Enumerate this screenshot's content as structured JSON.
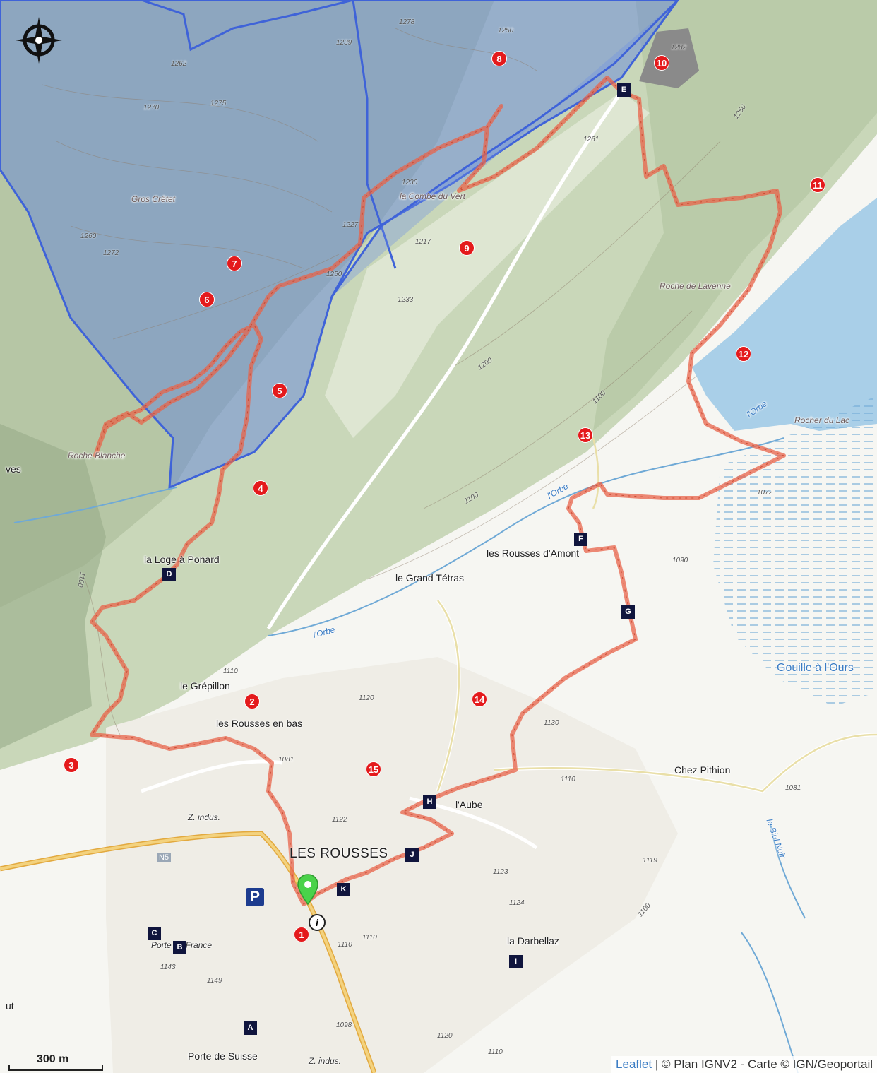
{
  "map": {
    "place_labels": {
      "gros_cretet": "Gros Crêtet",
      "combe_du_vert": "la Combe du Vert",
      "roche_blanche": "Roche Blanche",
      "roche_lavenne": "Roche de Lavenne",
      "loge_ponard": "la Loge à Ponard",
      "rousses_amont": "les Rousses d'Amont",
      "grand_tetras": "le Grand Tétras",
      "grepillon": "le Grépillon",
      "rousses_en_bas": "les Rousses en bas",
      "chez_pithion": "Chez Pithion",
      "aube": "l'Aube",
      "les_rousses": "LES ROUSSES",
      "darbellaz": "la Darbellaz",
      "porte_france": "Porte de France",
      "porte_suisse": "Porte de Suisse",
      "z_indus_1": "Z. indus.",
      "z_indus_2": "Z. indus.",
      "gouille_ours": "Gouille à l'Ours",
      "rocher_du_lac": "Rocher du Lac",
      "orbe_1": "l'Orbe",
      "orbe_2": "l'Orbe",
      "orbe_3": "l'Orbe",
      "biel_noir": "le Biel Noir",
      "cut_left_1": "ves",
      "cut_left_2": "ut"
    },
    "elevations": [
      "1278",
      "1250",
      "1282",
      "1262",
      "1239",
      "1270",
      "1275",
      "1261",
      "1230",
      "1227",
      "1217",
      "1260",
      "1272",
      "1250",
      "1233",
      "1200",
      "1100",
      "1100",
      "1072",
      "1090",
      "1100",
      "1110",
      "1120",
      "1130",
      "1081",
      "1110",
      "1081",
      "1122",
      "1123",
      "1124",
      "1119",
      "1110",
      "1110",
      "1143",
      "1149",
      "1098",
      "1120",
      "1110",
      "1100",
      "1250"
    ],
    "poi_numbers": [
      "1",
      "2",
      "3",
      "4",
      "5",
      "6",
      "7",
      "8",
      "9",
      "10",
      "11",
      "12",
      "13",
      "14",
      "15"
    ],
    "waypoints": [
      "A",
      "B",
      "C",
      "D",
      "E",
      "F",
      "G",
      "H",
      "I",
      "J",
      "K"
    ],
    "road_label": "N5",
    "parking_symbol": "P",
    "info_symbol": "i",
    "compass_icon": "compass-rose-icon",
    "colors": {
      "route": "#e8634a",
      "protected_area": "#4a6ee0",
      "lake": "#a9cfe8",
      "poi": "#e41a1c",
      "waypoint": "#10153d",
      "main_road": "#f0c060"
    }
  },
  "scale": {
    "label": "300 m"
  },
  "attribution": {
    "leaflet": "Leaflet",
    "rest": " | © Plan IGNV2 - Carte © IGN/Geoportail"
  }
}
